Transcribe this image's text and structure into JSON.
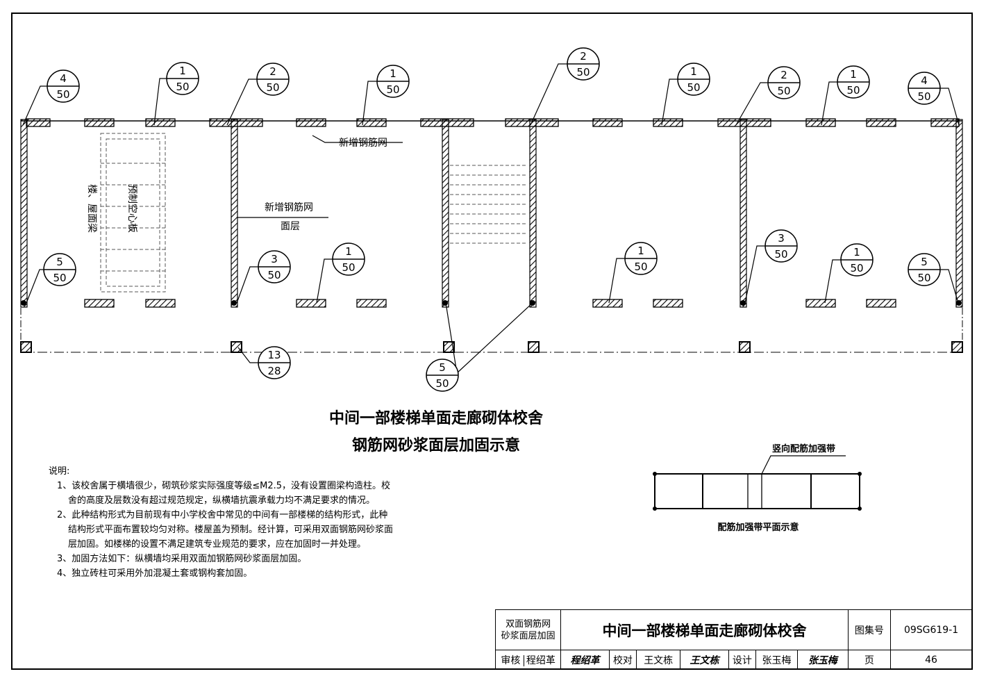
{
  "diagram": {
    "labels": {
      "mesh_new": "新增钢筋网",
      "mesh_layer_line1": "新增钢筋网",
      "mesh_layer_line2": "面层",
      "beam": "楼、屋面梁",
      "slab": "预制空心板"
    },
    "callouts": [
      {
        "top": "4",
        "bottom": "50"
      },
      {
        "top": "1",
        "bottom": "50"
      },
      {
        "top": "2",
        "bottom": "50"
      },
      {
        "top": "1",
        "bottom": "50"
      },
      {
        "top": "2",
        "bottom": "50"
      },
      {
        "top": "1",
        "bottom": "50"
      },
      {
        "top": "2",
        "bottom": "50"
      },
      {
        "top": "1",
        "bottom": "50"
      },
      {
        "top": "4",
        "bottom": "50"
      },
      {
        "top": "5",
        "bottom": "50"
      },
      {
        "top": "3",
        "bottom": "50"
      },
      {
        "top": "1",
        "bottom": "50"
      },
      {
        "top": "1",
        "bottom": "50"
      },
      {
        "top": "3",
        "bottom": "50"
      },
      {
        "top": "1",
        "bottom": "50"
      },
      {
        "top": "5",
        "bottom": "50"
      },
      {
        "top": "13",
        "bottom": "28"
      },
      {
        "top": "5",
        "bottom": "50"
      }
    ]
  },
  "title": {
    "line1": "中间一部楼梯单面走廊砌体校舍",
    "line2": "钢筋网砂浆面层加固示意"
  },
  "detail": {
    "label": "竖向配筋加强带",
    "caption": "配筋加强带平面示意"
  },
  "notes": {
    "heading": "说明:",
    "items": [
      "1、该校舍属于横墙很少，砌筑砂浆实际强度等级≤M2.5，没有设置圈梁构造柱。校舍的高度及层数没有超过规范规定，纵横墙抗震承载力均不满足要求的情况。",
      "2、此种结构形式为目前现有中小学校舍中常见的中间有一部楼梯的结构形式，此种结构形式平面布置较均匀对称。楼屋盖为预制。经计算，可采用双面钢筋网砂浆面层加固。如楼梯的设置不满足建筑专业规范的要求，应在加固时一并处理。",
      "3、加固方法如下：纵横墙均采用双面加钢筋网砂浆面层加固。",
      "4、独立砖柱可采用外加混凝土套或钢构套加固。"
    ]
  },
  "title_block": {
    "category_line1": "双面钢筋网",
    "category_line2": "砂浆面层加固",
    "drawing_title": "中间一部楼梯单面走廊砌体校舍",
    "atlas_label": "图集号",
    "atlas_no": "09SG619-1",
    "review_label": "审核",
    "reviewer": "程绍革",
    "reviewer_sig": "程绍革",
    "check_label": "校对",
    "checker": "王文栋",
    "checker_sig": "王文栋",
    "design_label": "设计",
    "designer": "张玉梅",
    "designer_sig": "张玉梅",
    "page_label": "页",
    "page_no": "46"
  }
}
